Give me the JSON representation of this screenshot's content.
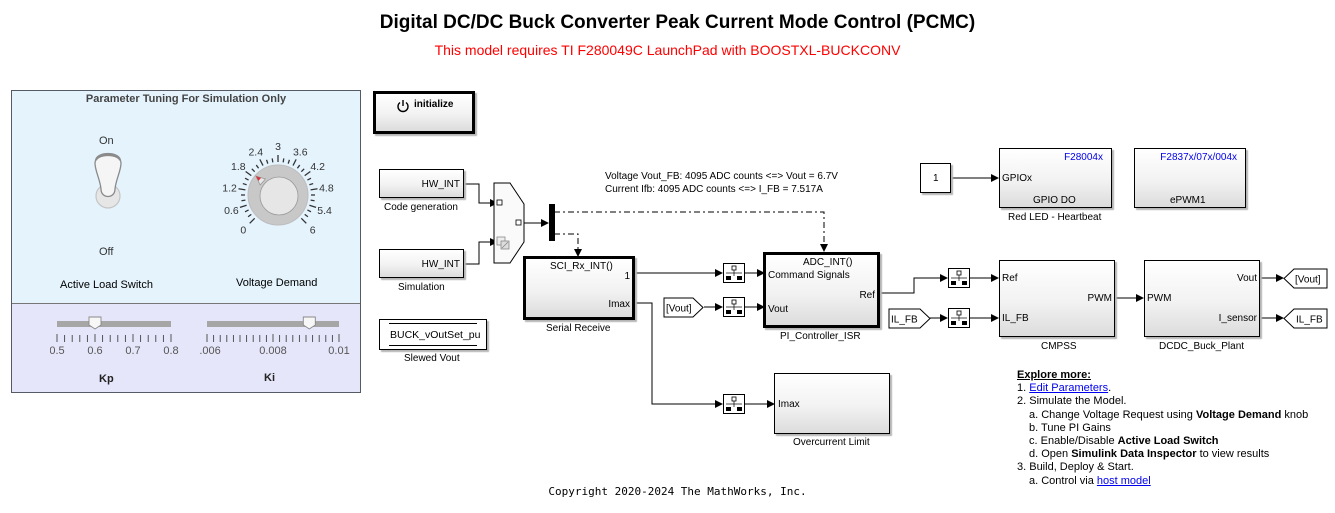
{
  "header": {
    "title": "Digital DC/DC Buck Converter Peak Current Mode Control (PCMC)",
    "subtitle": "This model requires TI F280049C LaunchPad with BOOSTXL-BUCKCONV"
  },
  "colors": {
    "subtitle": "#ff0000",
    "panel_top_bg": "#e5f3fd",
    "panel_bottom_bg": "#e6e6fb",
    "link": "#0000ee",
    "knob_needle": "#d9303a",
    "target_label": "#2222cc"
  },
  "dashboard": {
    "title": "Parameter Tuning For Simulation Only",
    "toggle": {
      "label": "Active Load Switch",
      "on_label": "On",
      "off_label": "Off",
      "state": "On"
    },
    "knob": {
      "label": "Voltage Demand",
      "ticks": [
        "0",
        "0.6",
        "1.2",
        "1.8",
        "2.4",
        "3",
        "3.6",
        "4.2",
        "4.8",
        "5.4",
        "6"
      ],
      "min": 0,
      "max": 6,
      "value": 1.9
    },
    "kp_slider": {
      "label": "Kp",
      "ticks": [
        "0.5",
        "0.6",
        "0.7",
        "0.8"
      ],
      "min": 0.5,
      "max": 0.8,
      "value": 0.6
    },
    "ki_slider": {
      "label": "Ki",
      "ticks": [
        "0.006",
        "0.008",
        "0.01"
      ],
      "min": 0.006,
      "max": 0.01,
      "value": 0.0091
    }
  },
  "blocks": {
    "initialize": {
      "label": "initialize",
      "icon": "power-icon"
    },
    "hw_int_codegen": {
      "text": "HW_INT",
      "caption": "Code generation"
    },
    "hw_int_sim": {
      "text": "HW_INT",
      "caption": "Simulation"
    },
    "slewed_vout": {
      "text": "BUCK_vOutSet_pu",
      "caption": "Slewed Vout"
    },
    "serial_receive": {
      "trigger": "SCI_Rx_INT()",
      "out1": "1",
      "out2": "Imax",
      "caption": "Serial Receive"
    },
    "pi_controller": {
      "trigger": "ADC_INT()",
      "in1": "Command Signals",
      "in2": "Vout",
      "out1": "Ref",
      "caption": "PI_Controller_ISR"
    },
    "vout_from": {
      "text": "[Vout]"
    },
    "overcurrent": {
      "in1": "Imax",
      "caption": "Overcurrent Limit"
    },
    "constant": {
      "text": "1"
    },
    "gpio": {
      "target": "F28004x",
      "in1": "GPIOx",
      "inner": "GPIO DO",
      "caption": "Red LED - Heartbeat"
    },
    "epwm": {
      "target": "F2837x/07x/004x",
      "inner": "ePWM1"
    },
    "ilfb_from": {
      "text": "IL_FB"
    },
    "cmpss": {
      "in1": "Ref",
      "in2": "IL_FB",
      "out1": "PWM",
      "caption": "CMPSS"
    },
    "plant": {
      "in1": "PWM",
      "out1": "Vout",
      "out2": "I_sensor",
      "caption": "DCDC_Buck_Plant"
    },
    "vout_goto": {
      "text": "[Vout]"
    },
    "ilfb_goto": {
      "text": "IL_FB"
    }
  },
  "annotation": {
    "line1": "Voltage Vout_FB: 4095 ADC counts <=> Vout = 6.7V",
    "line2": "Current Ifb: 4095 ADC counts <=> I_FB = 7.517A"
  },
  "explore": {
    "heading": "Explore more:",
    "item1_prefix": "1. ",
    "item1_link": "Edit Parameters",
    "item1_suffix": ".",
    "item2": "2. Simulate the Model.",
    "item2a_prefix": "a. Change Voltage Request using ",
    "item2a_bold": "Voltage Demand",
    "item2a_suffix": " knob",
    "item2b": "b. Tune PI Gains",
    "item2c_prefix": "c. Enable/Disable ",
    "item2c_bold": "Active Load Switch",
    "item2d_prefix": "d. Open ",
    "item2d_bold": "Simulink Data Inspector",
    "item2d_suffix": " to view results",
    "item3": "3. Build, Deploy & Start.",
    "item3a_prefix": "a. Control via ",
    "item3a_link": "host model"
  },
  "footer": {
    "copyright": "Copyright 2020-2024 The MathWorks, Inc."
  }
}
